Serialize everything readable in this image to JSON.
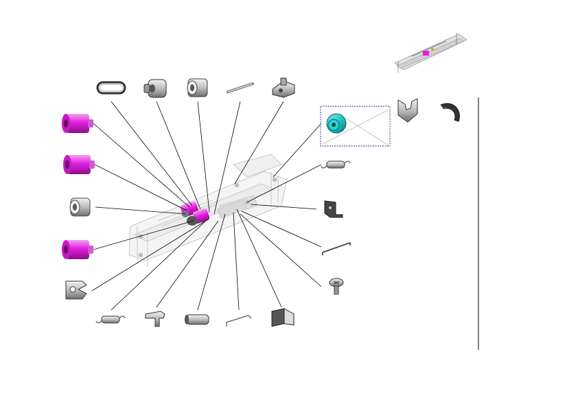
{
  "colors": {
    "magenta": "#e21fe0",
    "cyan": "#1fc8c8",
    "gray": "#b8b8b8",
    "line": "#000000",
    "frame": "#1f2a8a"
  },
  "parts": [
    {
      "id": "magenta-roller-1",
      "icon": "magenta-roller-icon"
    },
    {
      "id": "magenta-roller-2",
      "icon": "magenta-roller-icon"
    },
    {
      "id": "bushing-left",
      "icon": "bushing-icon"
    },
    {
      "id": "magenta-roller-3",
      "icon": "magenta-roller-icon"
    },
    {
      "id": "bracket-left",
      "icon": "bracket-icon"
    },
    {
      "id": "belt",
      "icon": "belt-icon"
    },
    {
      "id": "collar",
      "icon": "collar-icon"
    },
    {
      "id": "bushing-top",
      "icon": "bushing-icon"
    },
    {
      "id": "shaft",
      "icon": "shaft-icon"
    },
    {
      "id": "holder",
      "icon": "holder-icon"
    },
    {
      "id": "cyan-gear",
      "icon": "gear-icon"
    },
    {
      "id": "spring-right",
      "icon": "spring-icon"
    },
    {
      "id": "plate-bracket",
      "icon": "plate-bracket-icon"
    },
    {
      "id": "rod",
      "icon": "rod-icon"
    },
    {
      "id": "screw",
      "icon": "screw-icon"
    },
    {
      "id": "spring-bottom",
      "icon": "spring-icon"
    },
    {
      "id": "lever",
      "icon": "lever-icon"
    },
    {
      "id": "roller-gray",
      "icon": "roller-icon"
    },
    {
      "id": "wire-link",
      "icon": "wire-link-icon"
    },
    {
      "id": "guide-block",
      "icon": "guide-block-icon"
    }
  ],
  "extras": [
    {
      "id": "thumbnail",
      "icon": "assembly-thumbnail-icon"
    },
    {
      "id": "clip-u",
      "icon": "u-clip-icon"
    },
    {
      "id": "e-ring",
      "icon": "e-ring-icon"
    }
  ]
}
